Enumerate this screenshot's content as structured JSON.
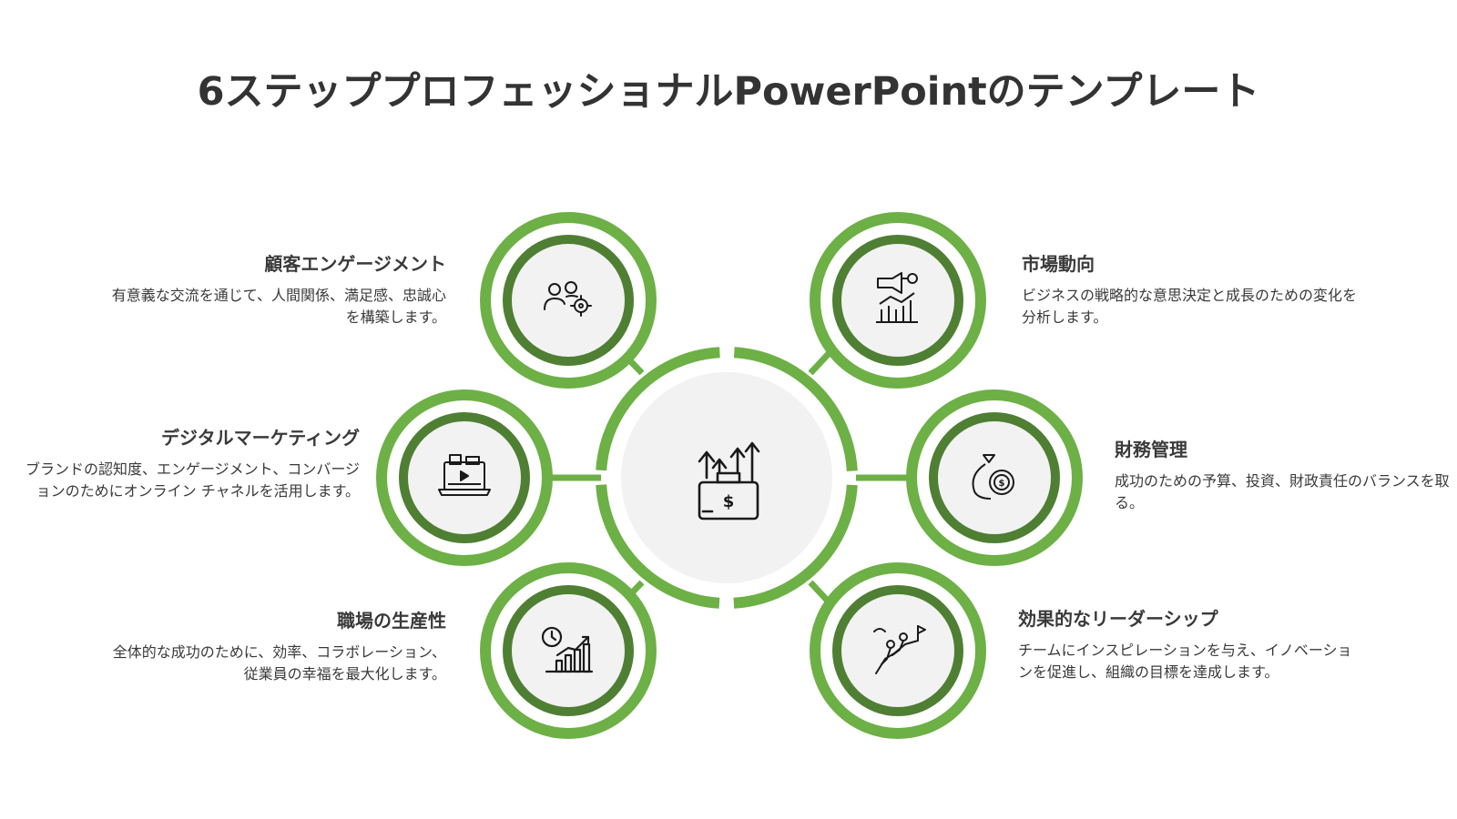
{
  "title": "6ステッププロフェッショナルPowerPointのテンプレート",
  "colors": {
    "light_green": "#6db046",
    "dark_green": "#4f7f33",
    "circle_fill": "#f2f2f2",
    "text": "#333333"
  },
  "center_icon": "briefcase-growth-icon",
  "steps": [
    {
      "id": "customer",
      "icon": "customer-target-icon",
      "title": "顧客エンゲージメント",
      "desc": "有意義な交流を通じて、人間関係、満足感、忠誠心を構築します。"
    },
    {
      "id": "digital",
      "icon": "digital-marketing-icon",
      "title": "デジタルマーケティング",
      "desc": "ブランドの認知度、エンゲージメント、コンバージョンのためにオンライン チャネルを活用します。"
    },
    {
      "id": "productivity",
      "icon": "productivity-chart-icon",
      "title": "職場の生産性",
      "desc": "全体的な成功のために、効率、コラボレーション、従業員の幸福を最大化します。"
    },
    {
      "id": "market",
      "icon": "market-trends-icon",
      "title": "市場動向",
      "desc": "ビジネスの戦略的な意思決定と成長のための変化を分析します。"
    },
    {
      "id": "finance",
      "icon": "money-bag-gear-icon",
      "title": "財務管理",
      "desc": "成功のための予算、投資、財政責任のバランスを取る。"
    },
    {
      "id": "leadership",
      "icon": "climbing-leader-icon",
      "title": "効果的なリーダーシップ",
      "desc": "チームにインスピレーションを与え、イノベーションを促進し、組織の目標を達成します。"
    }
  ]
}
